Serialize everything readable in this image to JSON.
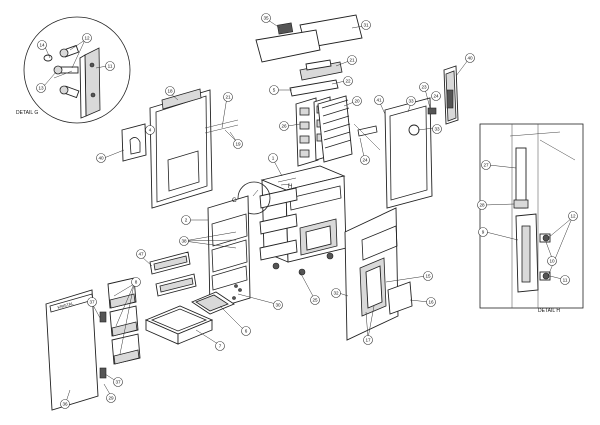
{
  "detail_labels": {
    "g": "DETAIL G",
    "h": "DETAIL H"
  },
  "callouts": {
    "b14": "14",
    "b12a": "12",
    "b11a": "11",
    "b13": "13",
    "b35": "35",
    "b31": "31",
    "b21": "21",
    "b22": "22",
    "b5": "5",
    "b18": "18",
    "b4": "4",
    "b40": "40",
    "b3": "3",
    "b19a": "19",
    "b20": "20",
    "b26": "26",
    "b1": "1",
    "b39": "39",
    "b41": "41",
    "b24": "24",
    "b33a": "33",
    "b34": "34",
    "b33b": "33",
    "b23": "23",
    "b27": "27",
    "b28": "28",
    "b9": "9",
    "b12b": "12",
    "b10": "10",
    "b11b": "11",
    "bG": "G",
    "b2": "2",
    "b38": "38",
    "b36": "36",
    "b25": "25",
    "b32": "32",
    "b15": "15",
    "b16": "16",
    "b17": "17",
    "b8": "8",
    "b47": "47",
    "b6": "6",
    "b7": "7",
    "b37a": "37",
    "b37b": "37",
    "b29": "29",
    "b30": "30",
    "b19b": "19",
    "b19c": "19",
    "bH": "H"
  },
  "cover_text": "KRISTAL"
}
